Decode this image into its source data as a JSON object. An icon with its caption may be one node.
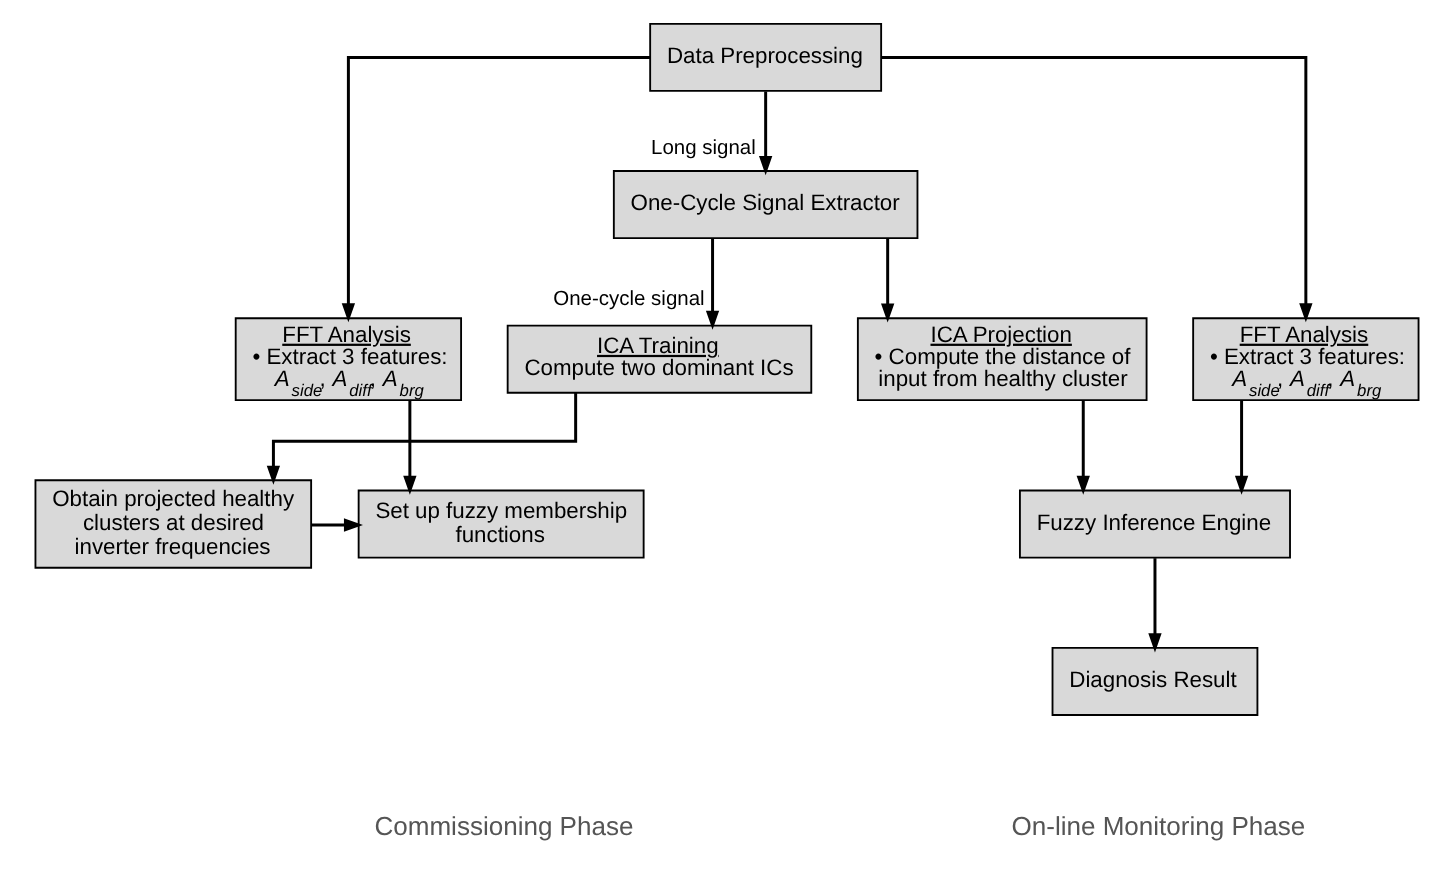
{
  "diagram": {
    "nodes": [
      {
        "text": [
          "Data Preprocessing"
        ]
      },
      {
        "text": [
          "One-Cycle Signal Extractor"
        ]
      },
      {
        "text": [
          "FFT Analysis",
          "• Extract 3 features: *A$_{side}$*, *A$_{diff}$*, *A$_{brg}$*"
        ]
      },
      {
        "text": [
          "ICA Training",
          "Compute two dominant ICs"
        ]
      },
      {
        "text": [
          "Set up fuzzy membership functions"
        ]
      },
      {
        "text": [
          "Obtain projected healthy clusters at desired inverter frequencies"
        ]
      },
      {
        "text": [
          "ICA Projection",
          "• Compute the distance of input from healthy cluster"
        ]
      },
      {
        "text": [
          "FFT Analysis",
          "• Extract 3 features: *A$_{side}$*, *A$_{diff}$*, *A$_{brg}$*"
        ]
      },
      {
        "text": [
          "Fuzzy Inference Engine"
        ]
      },
      {
        "text": [
          "Diagnosis Result"
        ]
      }
    ],
    "edges": [
      {
        "from": 0,
        "to": 1,
        "arrow": "to",
        "label": "Long signal"
      },
      {
        "from": 0,
        "to": 2,
        "arrow": "to"
      },
      {
        "from": 0,
        "to": 7,
        "arrow": "to"
      },
      {
        "from": 1,
        "to": 3,
        "arrow": "to",
        "label": "One-cycle signal"
      },
      {
        "from": 1,
        "to": 6,
        "arrow": "to"
      },
      {
        "from": 2,
        "to": 4,
        "arrow": "to"
      },
      {
        "from": 3,
        "to": 5,
        "arrow": "to"
      },
      {
        "from": 5,
        "to": 4,
        "arrow": "to"
      },
      {
        "from": 6,
        "to": 8,
        "arrow": "to"
      },
      {
        "from": 7,
        "to": 8,
        "arrow": "to"
      },
      {
        "from": 8,
        "to": 9,
        "arrow": "to"
      }
    ],
    "labels": [
      "Commissioning Phase",
      "On-line Monitoring Phase"
    ]
  }
}
